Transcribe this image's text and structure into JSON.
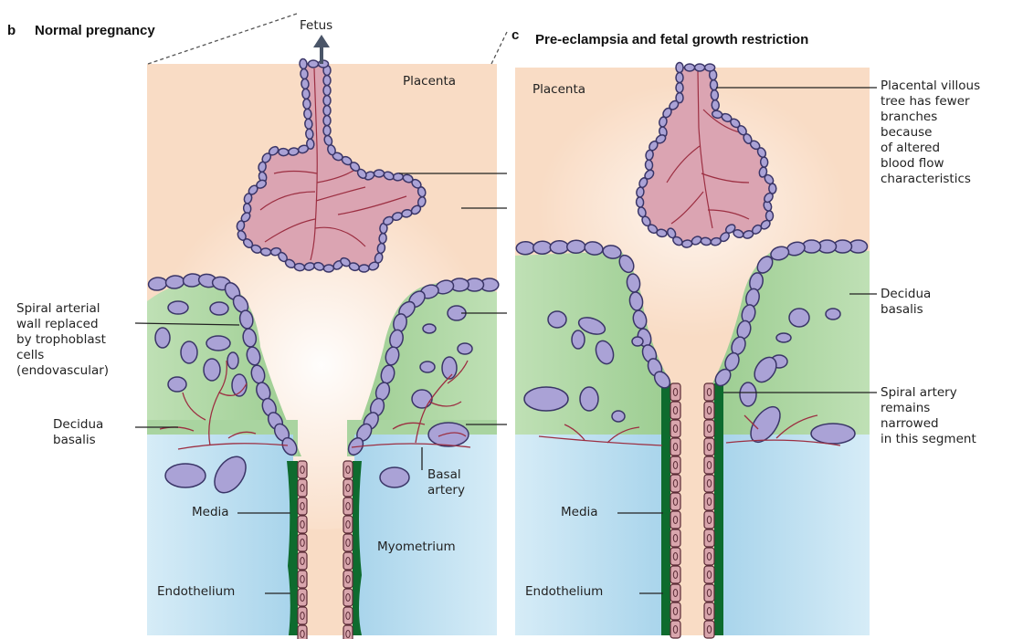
{
  "panel_b": {
    "letter": "b",
    "title": "Normal pregnancy",
    "fetus": "Fetus",
    "placenta": "Placenta",
    "spiral_wall": "Spiral arterial\nwall replaced\nby trophoblast\ncells\n(endovascular)",
    "decidua": "Decidua\nbasalis",
    "basal_artery": "Basal\nartery",
    "media": "Media",
    "myometrium": "Myometrium",
    "endothelium": "Endothelium"
  },
  "panel_c": {
    "letter": "c",
    "title": "Pre-eclampsia and fetal growth restriction",
    "placenta": "Placenta",
    "villous": "Placental villous\ntree has fewer\nbranches\nbecause\nof altered\nblood flow\ncharacteristics",
    "decidua": "Decidua\nbasalis",
    "spiral_artery": "Spiral artery\nremains\nnarrowed\nin this segment",
    "media": "Media",
    "endothelium": "Endothelium"
  },
  "colors": {
    "placenta": "#f9dcc5",
    "decidua": "#a9d4a0",
    "myometrium": "#bfe0f0",
    "cell_fill": "#aaa2d6",
    "cell_stroke": "#3a3567",
    "villous_fill": "#dba4b2",
    "vessel": "#9c2f42",
    "media": "#0e6b2e"
  }
}
